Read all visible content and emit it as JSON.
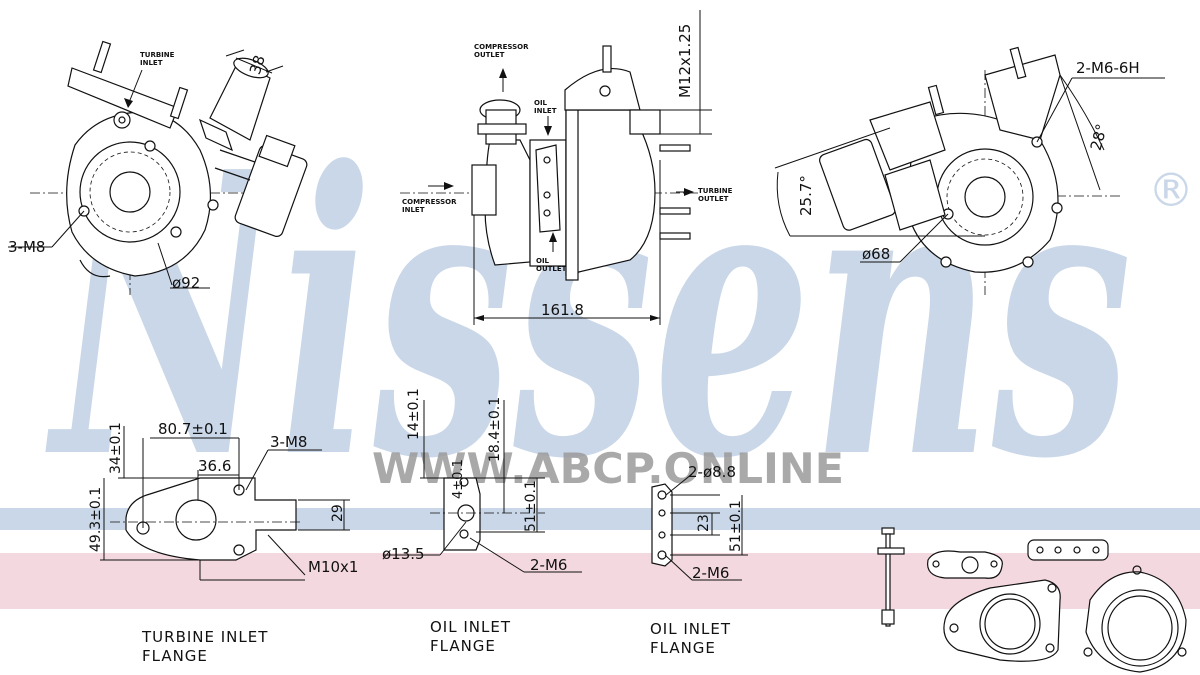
{
  "brand": {
    "watermark": "Nissens",
    "registered_mark": "®",
    "website": "WWW.ABCP.ONLINE",
    "colors": {
      "watermark_blue": "#c9d7e8",
      "band_pink": "#f3d9df",
      "band_blue": "#c9d7e8"
    }
  },
  "view_front": {
    "turbine_inlet": "TURBINE\nINLET",
    "dim_38": "38",
    "thread": "3-M8",
    "diameter": "ø92"
  },
  "view_side": {
    "compressor_outlet": "COMPRESSOR\nOUTLET",
    "compressor_inlet": "COMPRESSOR\nINLET",
    "oil_inlet": "OIL\nINLET",
    "oil_outlet": "OIL\nOUTLET",
    "turbine_outlet": "TURBINE\nOUTLET",
    "thread": "M12x1.25",
    "length": "161.8"
  },
  "view_rear": {
    "thread": "2-M6-6H",
    "angle_28": "28°",
    "angle_257": "25.7°",
    "diameter": "ø68"
  },
  "flange_turbine": {
    "dim_807": "80.7±0.1",
    "dim_366": "36.6",
    "dim_34": "34±0.1",
    "dim_493": "49.3±0.1",
    "dim_29": "29",
    "thread": "3-M8",
    "stud": "M10x1",
    "caption_1": "TURBINE  INLET",
    "caption_2": "FLANGE"
  },
  "flange_oil_inlet": {
    "dim_14": "14±0.1",
    "dim_184": "18.4±0.1",
    "dim_51": "51±0.1",
    "dim_1": "4±0.1",
    "diameter": "ø13.5",
    "thread": "2-M6",
    "caption_1": "OIL  INLET",
    "caption_2": "FLANGE"
  },
  "flange_oil_outlet": {
    "holes": "2-ø8.8",
    "dim_23": "23",
    "dim_51": "51±0.1",
    "thread": "2-M6",
    "caption_1": "OIL  INLET",
    "caption_2": "FLANGE"
  }
}
